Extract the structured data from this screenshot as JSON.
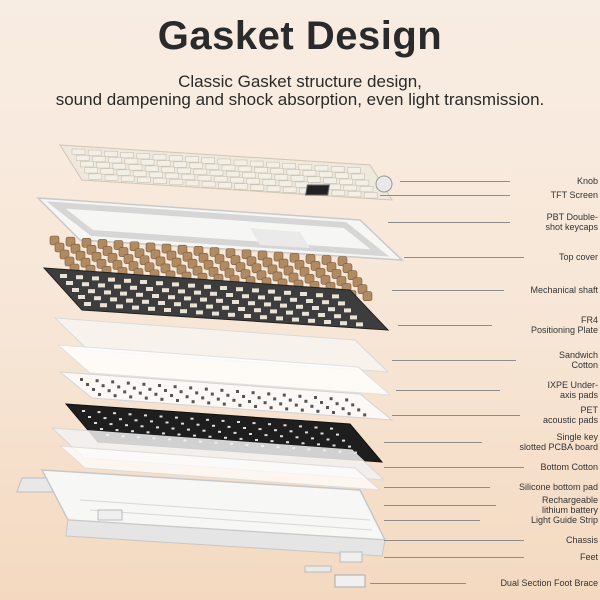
{
  "header": {
    "title": "Gasket Design",
    "subtitle_line1": "Classic Gasket structure design,",
    "subtitle_line2": "sound dampening and shock absorption, even light transmission."
  },
  "labels": [
    {
      "line1": "Knob"
    },
    {
      "line1": "TFT Screen"
    },
    {
      "line1": "PBT Double-",
      "line2": "shot keycaps"
    },
    {
      "line1": "Top cover"
    },
    {
      "line1": "Mechanical shaft"
    },
    {
      "line1": "FR4",
      "line2": "Positioning Plate"
    },
    {
      "line1": "Sandwich",
      "line2": "Cotton"
    },
    {
      "line1": "IXPE Under-",
      "line2": "axis pads"
    },
    {
      "line1": "PET",
      "line2": "acoustic pads"
    },
    {
      "line1": "Single key",
      "line2": "slotted PCBA board"
    },
    {
      "line1": "Bottom Cotton"
    },
    {
      "line1": "Silicone bottom pad"
    },
    {
      "line1": "Rechargeable",
      "line2": "lithium battery"
    },
    {
      "line1": "Light Guide Strip"
    },
    {
      "line1": "Chassis"
    },
    {
      "line1": "Feet"
    },
    {
      "line1": "Dual Section Foot Brace"
    }
  ],
  "colors": {
    "background_top": "#f8ede3",
    "background_bottom": "#f4d9c0",
    "keycap": "#f2efe6",
    "switch": "#b08a62",
    "plate": "#3a3a3a",
    "pcb": "#1f1f1f",
    "case": "#f5f5f3"
  }
}
